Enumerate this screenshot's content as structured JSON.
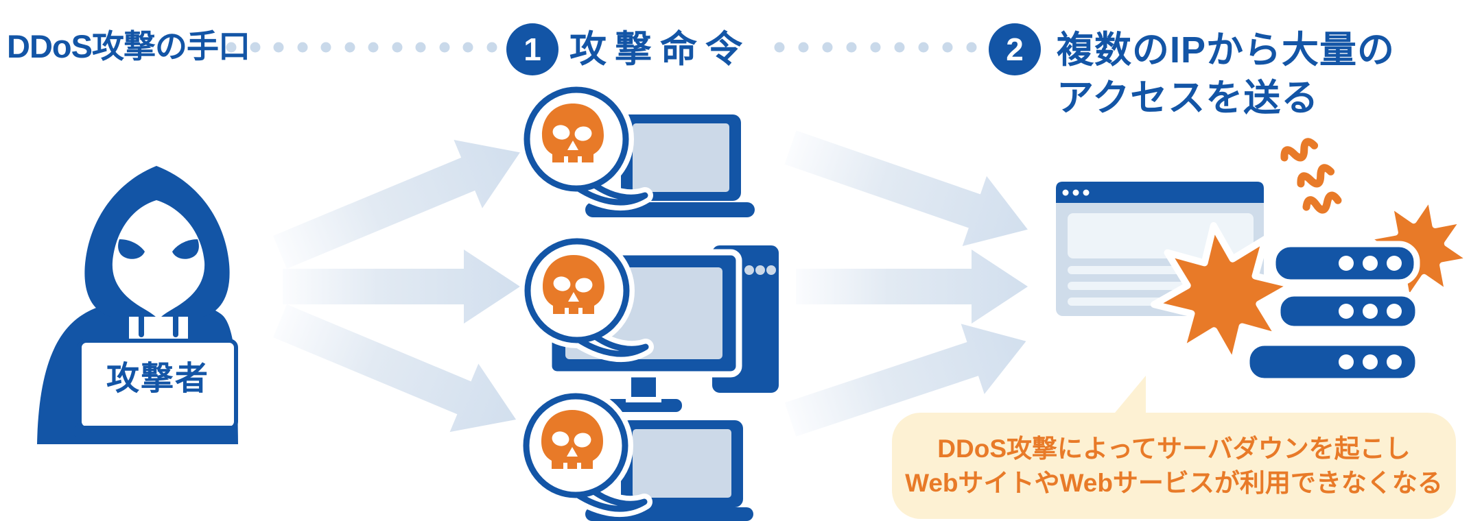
{
  "header": {
    "title": "DDoS攻撃の手口",
    "step1": {
      "number": "1",
      "label": "攻撃命令"
    },
    "step2": {
      "number": "2",
      "label_line1": "複数のIPから大量の",
      "label_line2": "アクセスを送る"
    }
  },
  "attacker": {
    "label": "攻撃者"
  },
  "callout": {
    "line1": "DDoS攻撃によってサーバダウンを起こし",
    "line2": "WebサイトやWebサービスが利用できなくなる"
  },
  "icons": {
    "attacker": "hooded-hacker-icon",
    "malware": "skull-speech-bubble-icon",
    "bot_devices": [
      "laptop-icon",
      "desktop-pc-icon",
      "laptop-icon"
    ],
    "target": [
      "browser-window-icon",
      "server-stack-icon",
      "burst-icon",
      "squiggle-icon"
    ],
    "flow": "arrow-right-icon"
  },
  "colors": {
    "primary_blue": "#1355a6",
    "screen_light_blue": "#ccd9e8",
    "panel_pale_blue": "#eef4f9",
    "arrow_light_blue": "#d2dfee",
    "dot_light_blue": "#c9d9ea",
    "orange": "#e87a28",
    "callout_cream": "#fdf1d3"
  }
}
